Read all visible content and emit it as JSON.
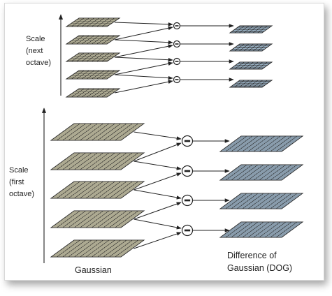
{
  "labels": {
    "scale_next": [
      "Scale",
      "(next",
      "octave)"
    ],
    "scale_first": [
      "Scale",
      "(first",
      "octave)"
    ],
    "gaussian": "Gaussian",
    "dog": [
      "Difference of",
      "Gaussian (DOG)"
    ]
  },
  "operator_symbol": "minus-circle-icon",
  "colors": {
    "gaussian_fill": "#d9d4b4",
    "dog_fill": "#a9c3d8",
    "grid_line": "#2a2a2a",
    "arrow": "#222222"
  }
}
